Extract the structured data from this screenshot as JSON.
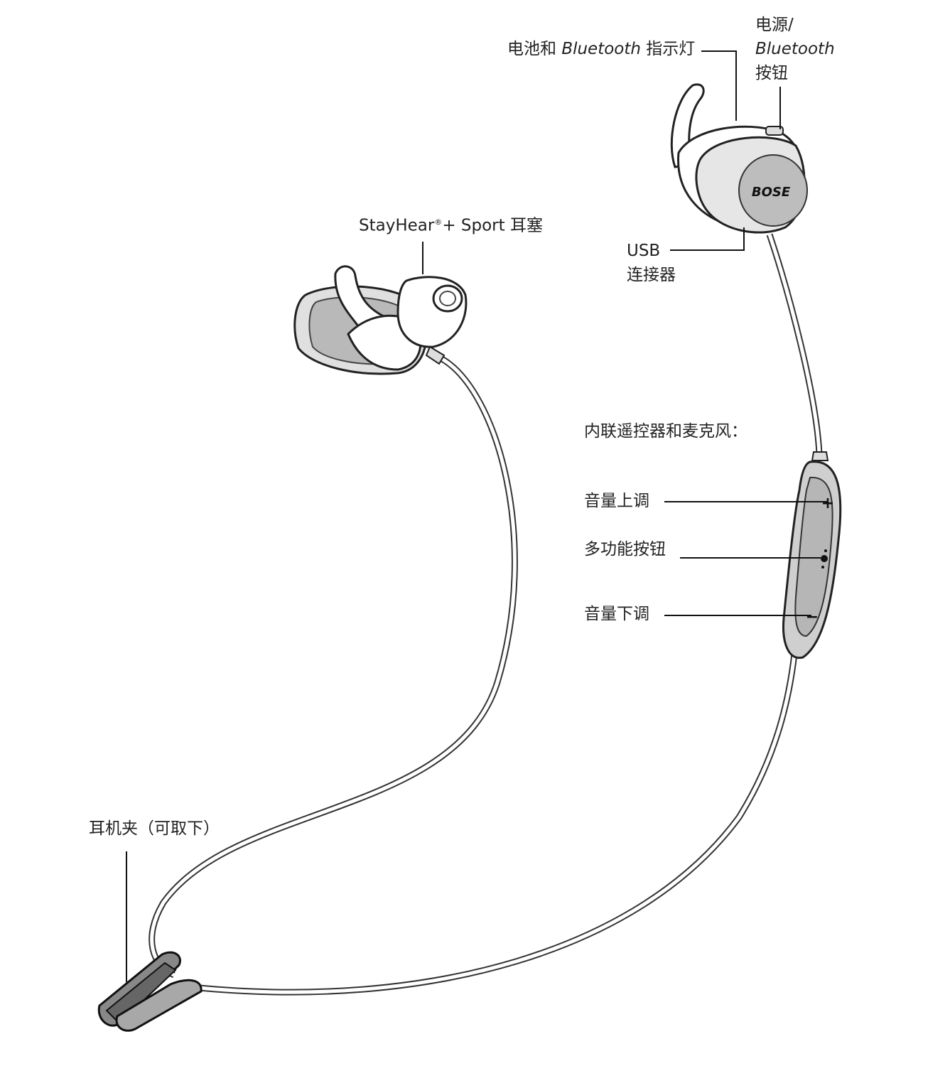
{
  "labels": {
    "battery_indicator": {
      "prefix": "电池和",
      "brand": "Bluetooth",
      "suffix": "指示灯"
    },
    "power_button": {
      "line1": "电源/",
      "line2": "Bluetooth",
      "line3": "按钮"
    },
    "usb": {
      "line1": "USB",
      "line2": "连接器"
    },
    "eartip": {
      "text": "StayHear",
      "reg": "®",
      "suffix": "+ Sport 耳塞"
    },
    "remote": {
      "title": "内联遥控器和麦克风："
    },
    "volume_up": "音量上调",
    "multifunction": "多功能按钮",
    "volume_down": "音量下调",
    "clip": "耳机夹（可取下）"
  },
  "logo_text": "BOSE"
}
